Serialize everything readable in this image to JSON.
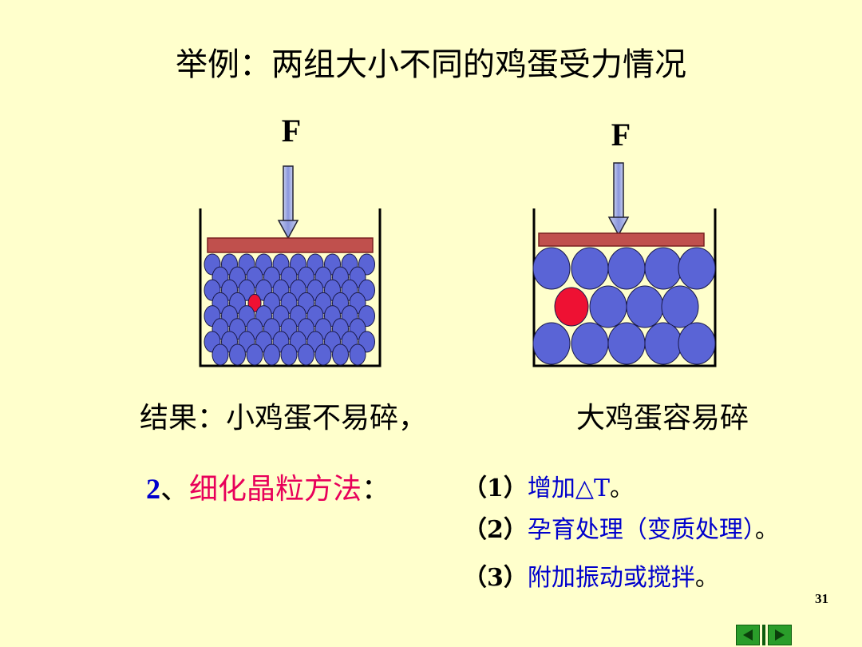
{
  "title": "举例：两组大小不同的鸡蛋受力情况",
  "left_container": {
    "force_label": "F",
    "result": "结果：小鸡蛋不易碎，"
  },
  "right_container": {
    "force_label": "F",
    "result": "大鸡蛋容易碎"
  },
  "method": {
    "number": "2",
    "separator": "、",
    "label": "细化晶粒方法",
    "colon": "："
  },
  "methods": [
    {
      "index": "（1）",
      "text": "增加△T",
      "end": "。"
    },
    {
      "index": "（2）",
      "text": "孕育处理（变质处理）",
      "end": "。"
    },
    {
      "index": "（3）",
      "text": "附加振动或搅拌",
      "end": "。"
    }
  ],
  "page_number": "31",
  "colors": {
    "background": "#ffffcc",
    "egg": "#5a64d6",
    "broken_egg": "#ee1133",
    "plate": "#c0504d",
    "arrow": "#8899dd"
  },
  "icons": [
    "nav-prev-icon",
    "nav-next-icon"
  ]
}
